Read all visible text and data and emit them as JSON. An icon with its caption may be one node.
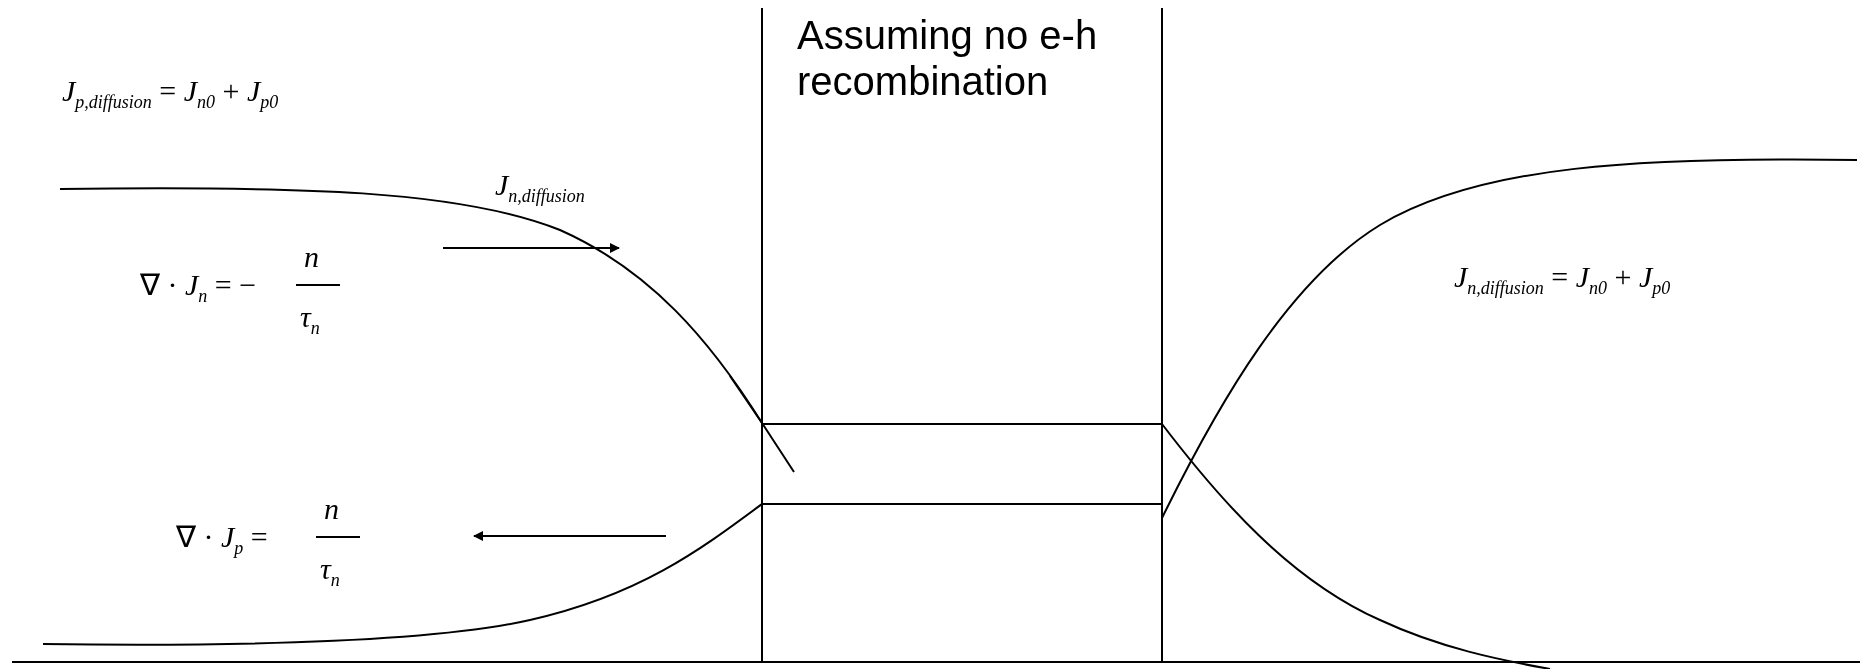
{
  "diagram": {
    "labels": [
      "Assuming no e-h recombination",
      "*J*$_{p,diffusion}$ = *J*$_{n0}$ + *J*$_{p0}$",
      "*J*$_{n,diffusion}$",
      "∇ · *J*$_{n}$ = −",
      "*n*",
      "*τ*$_{n}$",
      "∇ · *J*$_{p}$ =",
      "*n*",
      "*τ*$_{n}$",
      "*J*$_{n,diffusion}$ = *J*$_{n0}$ + *J*$_{p0}$"
    ]
  }
}
